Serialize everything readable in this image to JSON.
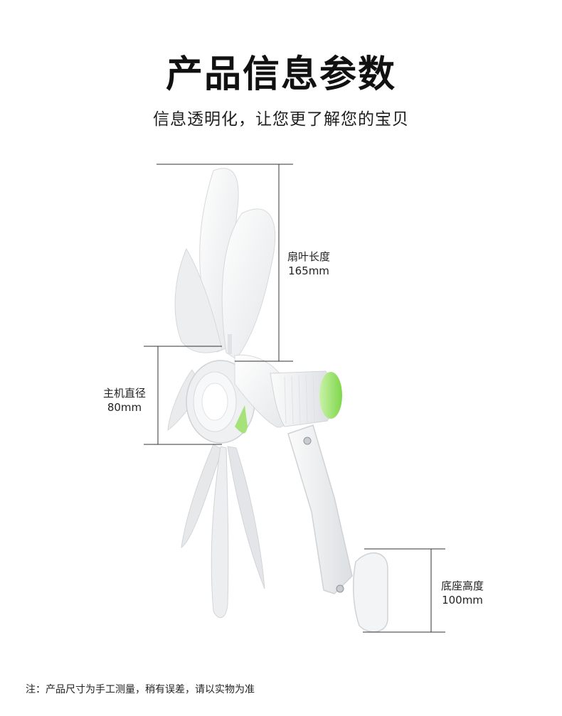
{
  "header": {
    "title": "产品信息参数",
    "subtitle": "信息透明化，让您更了解您的宝贝"
  },
  "dimensions": [
    {
      "name": "扇叶长度",
      "value": "165mm"
    },
    {
      "name": "主机直径",
      "value": "80mm"
    },
    {
      "name": "底座高度",
      "value": "100mm"
    }
  ],
  "footer": {
    "note": "注：产品尺寸为手工测量，稍有误差，请以实物为准"
  },
  "colors": {
    "accent": "#9be26a",
    "product_body": "#f2f3f4",
    "dimension_line": "#333333"
  }
}
